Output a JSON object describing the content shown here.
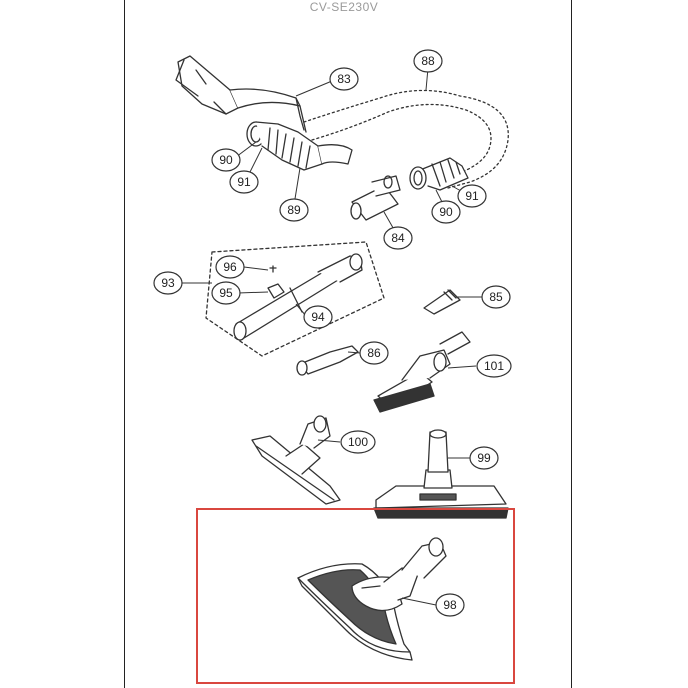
{
  "diagram": {
    "model": "CV-SE230V",
    "highlight_color": "#d9473f",
    "line_color": "#333333",
    "highlighted_part": "98",
    "callouts": {
      "c83": "83",
      "c88": "88",
      "c90a": "90",
      "c91a": "91",
      "c89": "89",
      "c84": "84",
      "c91b": "91",
      "c90b": "90",
      "c93": "93",
      "c96": "96",
      "c95": "95",
      "c94": "94",
      "c85": "85",
      "c86": "86",
      "c101": "101",
      "c100": "100",
      "c99": "99",
      "c98": "98"
    }
  }
}
